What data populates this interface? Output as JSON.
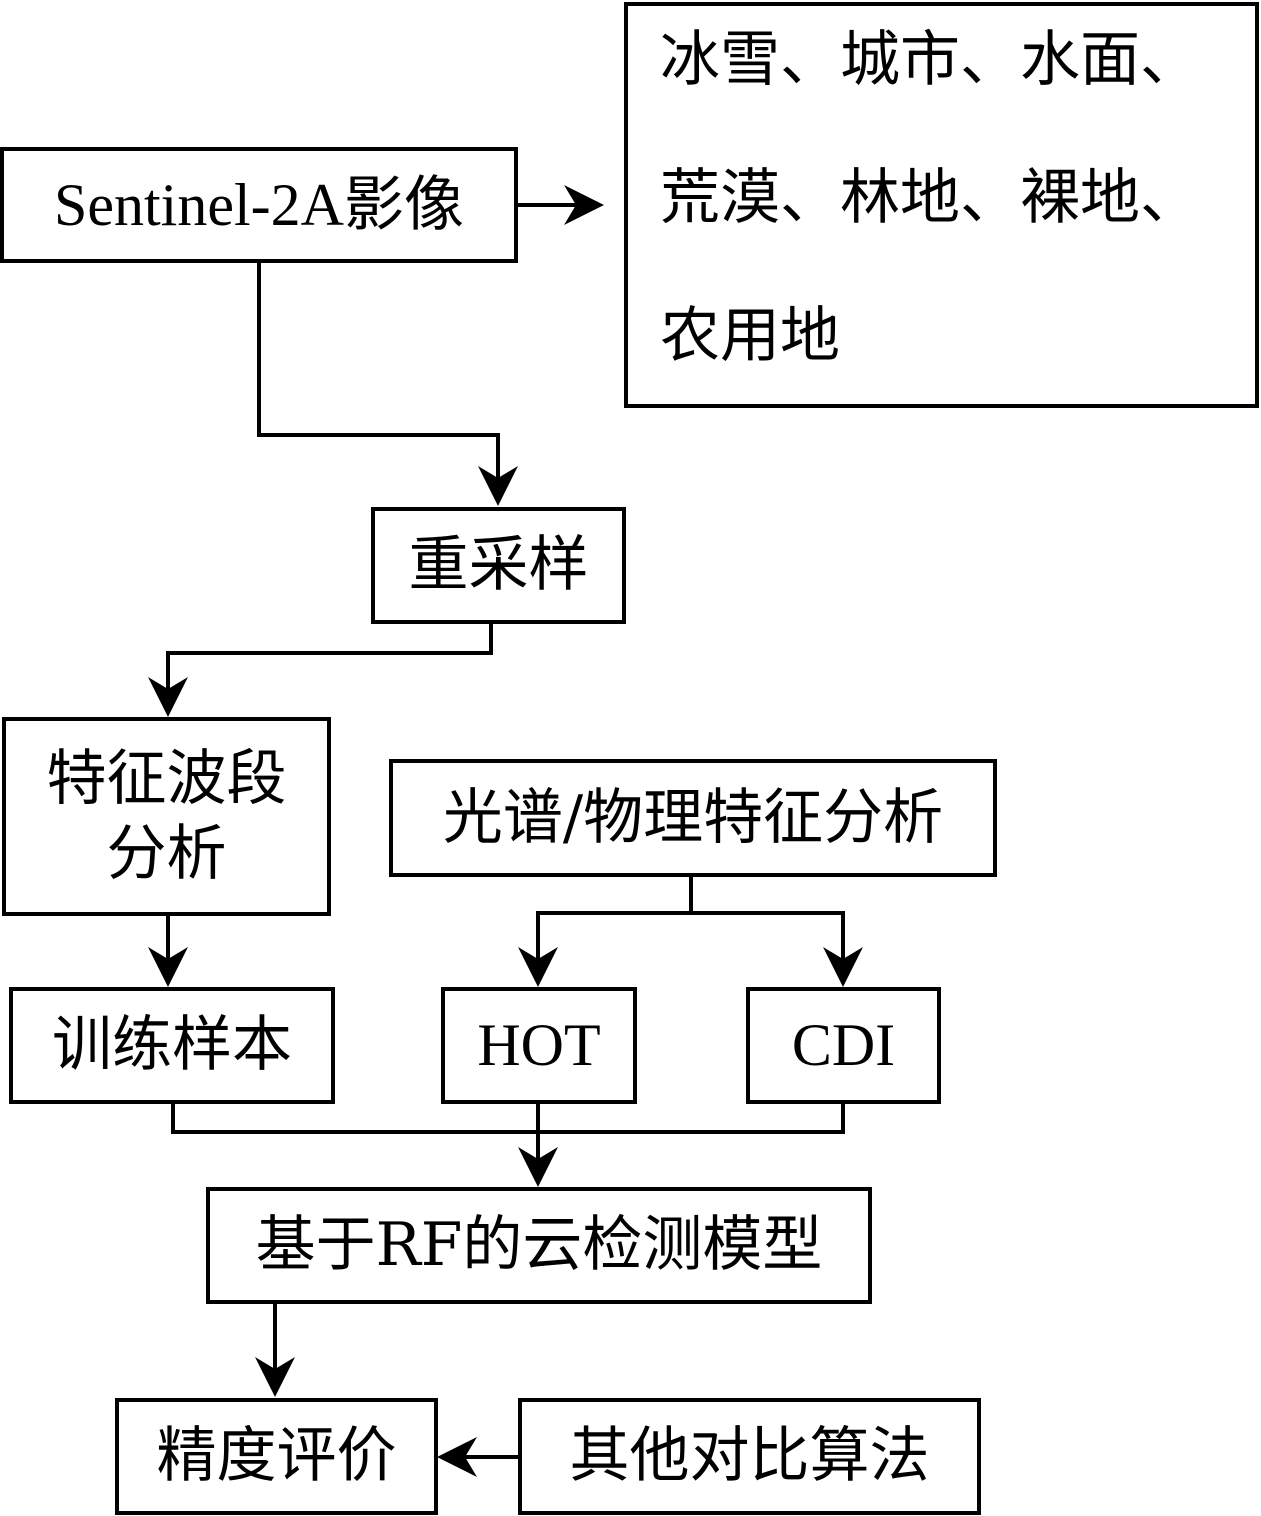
{
  "nodes": {
    "sentinel": "Sentinel-2A影像",
    "classes": [
      "冰雪、城市、水面、",
      "荒漠、林地、裸地、",
      "农用地"
    ],
    "resample": "重采样",
    "feature_band": [
      "特征波段",
      "分析"
    ],
    "spectral": "光谱/物理特征分析",
    "training": "训练样本",
    "hot": "HOT",
    "cdi": "CDI",
    "rf_model": "基于RF的云检测模型",
    "accuracy": "精度评价",
    "other_algos": "其他对比算法"
  }
}
